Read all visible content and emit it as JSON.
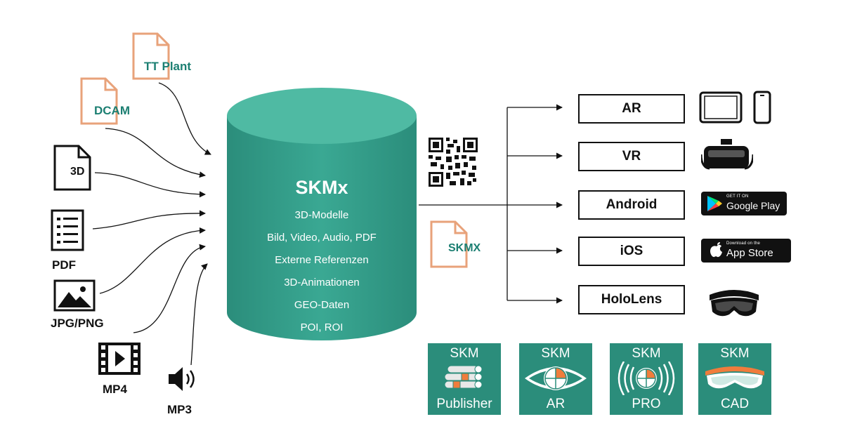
{
  "inputs": {
    "tt_plant": "TT Plant",
    "dcam": "DCAM",
    "three_d": "3D",
    "pdf": "PDF",
    "jpg_png": "JPG/PNG",
    "mp4": "MP4",
    "mp3": "MP3"
  },
  "database": {
    "title": "SKMx",
    "items": [
      "3D-Modelle",
      "Bild, Video, Audio, PDF",
      "Externe Referenzen",
      "3D-Animationen",
      "GEO-Daten",
      "POI, ROI"
    ]
  },
  "export_file": "SKMX",
  "targets": [
    "AR",
    "VR",
    "Android",
    "iOS",
    "HoloLens"
  ],
  "stores": {
    "google_small": "GET IT ON",
    "google_big": "Google Play",
    "apple_small": "Download on the",
    "apple_big": "App Store"
  },
  "apps": [
    {
      "top": "SKM",
      "bottom": "Publisher"
    },
    {
      "top": "SKM",
      "bottom": "AR"
    },
    {
      "top": "SKM",
      "bottom": "PRO"
    },
    {
      "top": "SKM",
      "bottom": "CAD"
    }
  ],
  "colors": {
    "teal": "#3aa893",
    "tile": "#2b8d7b",
    "file_icon": "#e8a27a",
    "label_teal": "#1c7f72",
    "accent_orange": "#f07c3c"
  }
}
